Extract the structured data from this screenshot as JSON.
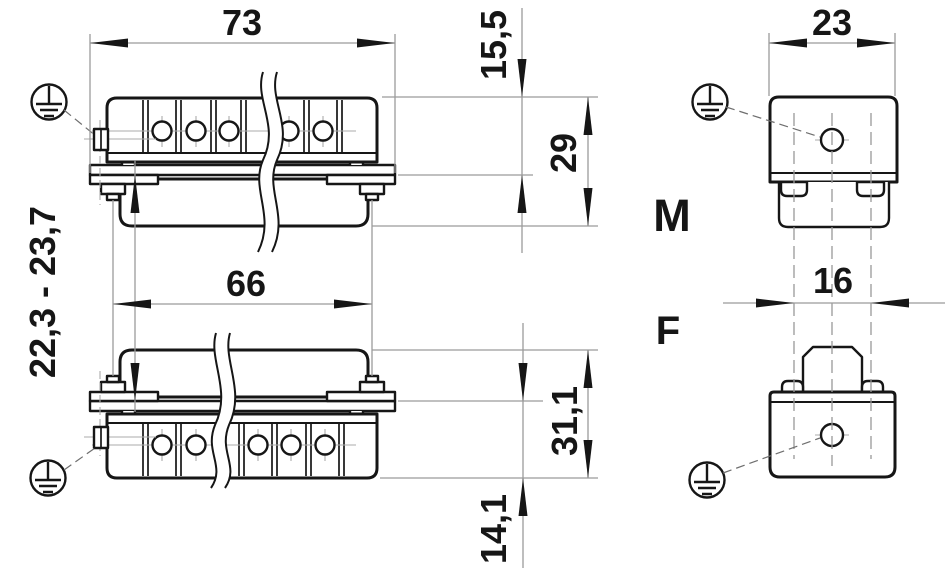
{
  "dimensions": {
    "flange_width": "73",
    "insert_width": "66",
    "top_to_flange": "15,5",
    "total_height": "29",
    "panel_range": "22,3 - 23,7",
    "hood_width": "23",
    "stud_pitch": "16",
    "female_total_height": "31,1",
    "flange_to_bottom": "14,1"
  },
  "labels": {
    "male": "M",
    "female": "F"
  },
  "icons": {
    "protective_earth": "protective-earth-icon"
  }
}
